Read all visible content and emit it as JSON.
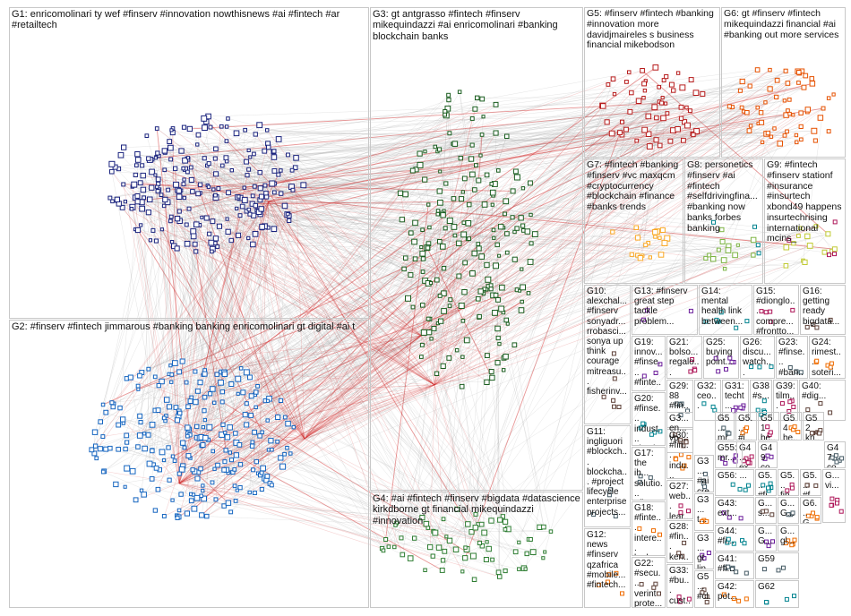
{
  "groups": [
    {
      "id": "G1",
      "label": "G1: enricomolinari ty wef #finserv #innovation nowthisnews #ai #fintech #ar #retailtech"
    },
    {
      "id": "G2",
      "label": "G2: #finserv #fintech jimmarous #banking banking enricomolinari gt digital #ai t"
    },
    {
      "id": "G3",
      "label": "G3: gt antgrasso #fintech #finserv mikequindazzi #ai enricomolinari #banking blockchain banks"
    },
    {
      "id": "G4",
      "label": "G4: #ai #fintech #finserv #bigdata #datascience kirkdborne gt financial mikequindazzi #innovation"
    },
    {
      "id": "G5",
      "label": "G5: #finserv #fintech #banking #innovation more davidjmaireles s business financial mikebodson"
    },
    {
      "id": "G6",
      "label": "G6: gt #finserv #fintech mikequindazzi financial #ai #banking out more services"
    },
    {
      "id": "G7",
      "label": "G7: #fintech #banking #finserv #vc maxqcm #cryptocurrency #blockchain #finance #banks trends"
    },
    {
      "id": "G8",
      "label": "G8: personetics #finserv #ai #fintech #selfdrivingfina... #banking now banks forbes banking"
    },
    {
      "id": "G9",
      "label": "G9: #fintech #finserv stationf #insurance #insurtech xbond49 happens insurtechrising international mcins_"
    },
    {
      "id": "G10",
      "label": "G10: alexchal... #finserv sonyadr... rrobasci... sonya up think courage mitreasu... fisherinv..."
    },
    {
      "id": "G11",
      "label": "G11: ingliguori #blockch... blockcha... #project lifecycle enterprise projects..."
    },
    {
      "id": "G12",
      "label": "G12: news #finserv qzafrica #mobile... #fintech..."
    },
    {
      "id": "G13",
      "label": "G13: #finserv great step tackle problem..."
    },
    {
      "id": "G14",
      "label": "G14: mental health link between..."
    },
    {
      "id": "G15",
      "label": "G15: #dionglo... compre... #frontto..."
    },
    {
      "id": "G16",
      "label": "G16: getting ready bigdata..."
    },
    {
      "id": "G17",
      "label": "G17: the ih... solutio... #finte..."
    },
    {
      "id": "G18",
      "label": "G18: #finte... intere... look..."
    },
    {
      "id": "G19",
      "label": "G19: innov... #finse... #finte..."
    },
    {
      "id": "G20",
      "label": "G20: #finse... indust... altusb..."
    },
    {
      "id": "G21",
      "label": "G21: bolso... regalo..."
    },
    {
      "id": "G22",
      "label": "G22: #secu... verint prote..."
    },
    {
      "id": "G23",
      "label": "G23: #finse... #ban..."
    },
    {
      "id": "G24",
      "label": "G24: rimest... soteri..."
    },
    {
      "id": "G25",
      "label": "G25: buying point..."
    },
    {
      "id": "G26",
      "label": "G26: discu... watch..."
    },
    {
      "id": "G27",
      "label": "G27: web... lear..."
    },
    {
      "id": "G28",
      "label": "G28: #fin... ken..."
    },
    {
      "id": "G29",
      "label": "G29: 88 #fin..."
    },
    {
      "id": "G30",
      "label": "G30: #fin... indu..."
    },
    {
      "id": "G31",
      "label": "G31: techt..."
    },
    {
      "id": "G32",
      "label": "G32: ceo..."
    },
    {
      "id": "G33",
      "label": "G33: #bu... cust..."
    },
    {
      "id": "G34",
      "label": "G3... en... vp..."
    },
    {
      "id": "G35",
      "label": "G3... #ai cre..."
    },
    {
      "id": "G36",
      "label": "G3... t..."
    },
    {
      "id": "G37",
      "label": "G3... gt lin..."
    },
    {
      "id": "G38",
      "label": "G38 #s..."
    },
    {
      "id": "G39",
      "label": "G39: tilm..."
    },
    {
      "id": "G40",
      "label": "G40: #dig..."
    },
    {
      "id": "G41",
      "label": "G41: #fi..."
    },
    {
      "id": "G42",
      "label": "G42: pot..."
    },
    {
      "id": "G43",
      "label": "G43: ext..."
    },
    {
      "id": "G44",
      "label": "G44: #fi..."
    },
    {
      "id": "G45",
      "label": "G4... ex..."
    },
    {
      "id": "G46",
      "label": "G5... #cl..."
    },
    {
      "id": "G47",
      "label": "G47 co..."
    },
    {
      "id": "G48",
      "label": "G5... #i..."
    },
    {
      "id": "G49",
      "label": "G49 co..."
    },
    {
      "id": "G50",
      "label": "G5... #fi..."
    },
    {
      "id": "G51",
      "label": "G51 be..."
    },
    {
      "id": "G52",
      "label": "G52 kn..."
    },
    {
      "id": "G53",
      "label": "G5... mr..."
    },
    {
      "id": "G54",
      "label": "G54 be..."
    },
    {
      "id": "G55",
      "label": "G55: mr..."
    },
    {
      "id": "G56",
      "label": "G56: ..."
    },
    {
      "id": "G57",
      "label": "G5... fin..."
    },
    {
      "id": "G58",
      "label": "G5... #f..."
    },
    {
      "id": "G59",
      "label": "G59"
    },
    {
      "id": "G60",
      "label": "G6... G..."
    },
    {
      "id": "G61",
      "label": "G... G..."
    },
    {
      "id": "G62",
      "label": "G62"
    },
    {
      "id": "G63",
      "label": "G... vi..."
    },
    {
      "id": "G64",
      "label": "G... s..."
    },
    {
      "id": "G65",
      "label": "G... G..."
    },
    {
      "id": "G66",
      "label": "G... gl..."
    }
  ],
  "colors": {
    "G1": "#1a237e",
    "G2": "#1565c0",
    "G3": "#1b5e20",
    "G4": "#2e7d32",
    "G5": "#b71c1c",
    "G6": "#e65100",
    "G7": "#f9a825",
    "G8": "#7cb342",
    "G9": "#c0ca33",
    "G10": "#6a1b9a",
    "edge": "#9e9e9e",
    "edge_hot": "#d32f2f",
    "box_border": "#c8c8c8"
  }
}
